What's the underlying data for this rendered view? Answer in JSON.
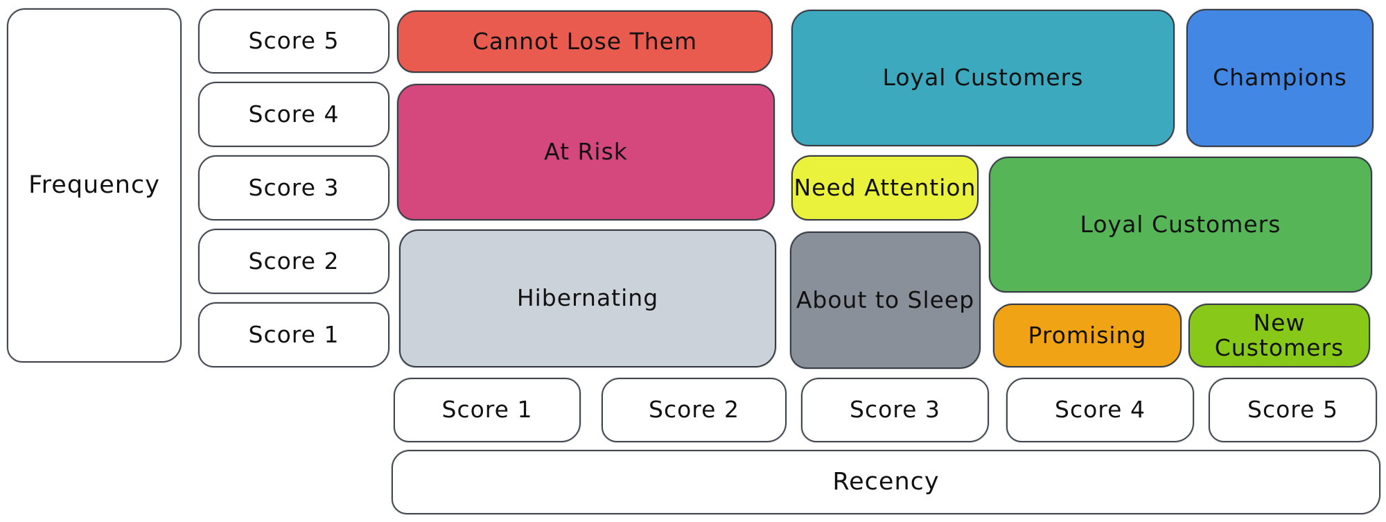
{
  "matrix": {
    "y_axis_label": "Frequency",
    "x_axis_label": "Recency",
    "y_scores": [
      "Score 5",
      "Score 4",
      "Score 3",
      "Score 2",
      "Score 1"
    ],
    "x_scores": [
      "Score 1",
      "Score 2",
      "Score 3",
      "Score 4",
      "Score 5"
    ],
    "segments": [
      {
        "id": "cannot-lose-them",
        "label": "Cannot Lose Them",
        "color": "#e95a4f",
        "recency_scores": "1-2",
        "frequency_scores": "5"
      },
      {
        "id": "at-risk",
        "label": "At Risk",
        "color": "#d5487e",
        "recency_scores": "1-2",
        "frequency_scores": "3-4"
      },
      {
        "id": "hibernating",
        "label": "Hibernating",
        "color": "#ccd2d9",
        "recency_scores": "1-2",
        "frequency_scores": "1-2"
      },
      {
        "id": "loyal-customers-top",
        "label": "Loyal Customers",
        "color": "#3da9be",
        "recency_scores": "3-4",
        "frequency_scores": "4-5"
      },
      {
        "id": "champions",
        "label": "Champions",
        "color": "#4287e4",
        "recency_scores": "5",
        "frequency_scores": "4-5"
      },
      {
        "id": "need-attention",
        "label": "Need Attention",
        "color": "#ebf23b",
        "recency_scores": "3",
        "frequency_scores": "3"
      },
      {
        "id": "loyal-customers-mid",
        "label": "Loyal Customers",
        "color": "#56b657",
        "recency_scores": "4-5",
        "frequency_scores": "2-3"
      },
      {
        "id": "about-to-sleep",
        "label": "About to Sleep",
        "color": "#8a909a",
        "recency_scores": "3",
        "frequency_scores": "1-2"
      },
      {
        "id": "promising",
        "label": "Promising",
        "color": "#f0a315",
        "recency_scores": "4",
        "frequency_scores": "1"
      },
      {
        "id": "new-customers",
        "label": "New Customers",
        "color": "#87c819",
        "recency_scores": "5",
        "frequency_scores": "1"
      }
    ]
  }
}
